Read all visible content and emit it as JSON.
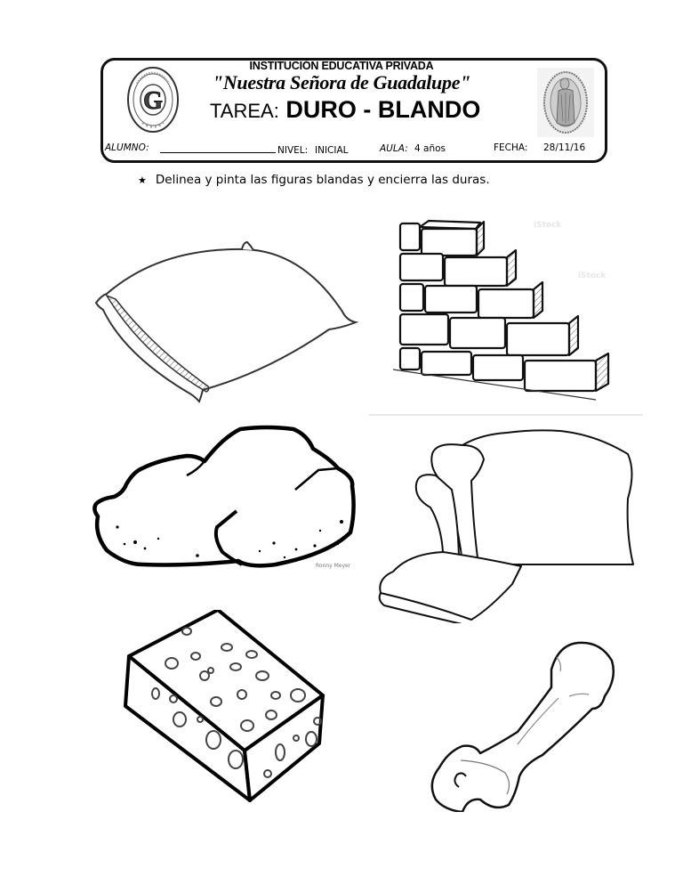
{
  "header": {
    "institution_type": "INSTITUCIÓN EDUCATIVA PRIVADA",
    "institution_name": "\"Nuestra Señora de Guadalupe\"",
    "task_label": "TAREA:",
    "task_title": "DURO - BLANDO",
    "left_logo": {
      "icon": "school-seal-icon",
      "letter": "G"
    },
    "right_logo": {
      "icon": "virgin-guadalupe-icon"
    },
    "fields": {
      "student_label": "ALUMNO:",
      "student_value": "",
      "level_label": "NIVEL:",
      "level_value": "INICIAL",
      "classroom_label": "AULA:",
      "classroom_value": "4 años",
      "date_label": "FECHA:",
      "date_value": "28/11/16"
    }
  },
  "instruction": {
    "bullet": "★",
    "text": "Delinea y pinta las figuras blandas y encierra las duras."
  },
  "figures": [
    {
      "name": "pillow",
      "icon": "pillow-icon",
      "type": "blanda"
    },
    {
      "name": "brick-wall",
      "icon": "brick-wall-icon",
      "type": "dura"
    },
    {
      "name": "rock",
      "icon": "rock-icon",
      "type": "dura",
      "credit": "Ronny Meyer"
    },
    {
      "name": "bread",
      "icon": "bread-loaf-icon",
      "type": "blanda"
    },
    {
      "name": "sponge",
      "icon": "sponge-icon",
      "type": "blanda"
    },
    {
      "name": "bone",
      "icon": "bone-icon",
      "type": "dura"
    }
  ],
  "watermark_text": "iStock"
}
